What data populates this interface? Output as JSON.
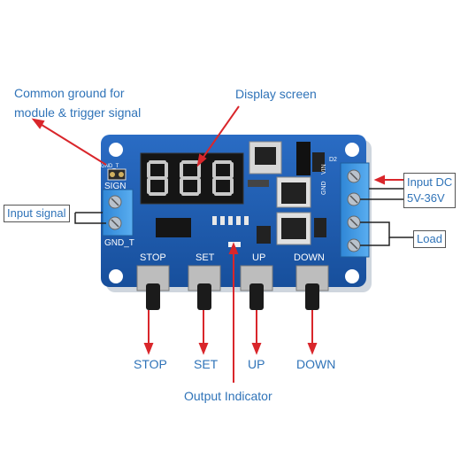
{
  "callouts": {
    "common_ground": [
      "Common ground for",
      "module & trigger signal"
    ],
    "display_screen": "Display screen",
    "input_signal": "Input signal",
    "input_dc": [
      "Input DC",
      "5V-36V"
    ],
    "load": "Load",
    "stop": "STOP",
    "set": "SET",
    "up": "UP",
    "down": "DOWN",
    "output_indicator": "Output Indicator"
  },
  "board": {
    "display_digits": [
      "8",
      "8",
      "8"
    ],
    "silkscreen": {
      "stop": "STOP",
      "set": "SET",
      "up": "UP",
      "down": "DOWN",
      "sign": "SIGN",
      "gnd_t": "GND_T",
      "gnd_top": "GND_T",
      "gnd": "GND",
      "vin": "VIN",
      "d2": "D2"
    }
  },
  "colors": {
    "board": "#1f5fb5",
    "terminal": "#3a8fd8",
    "arrow": "#d9262b",
    "label": "#2f73b8"
  }
}
